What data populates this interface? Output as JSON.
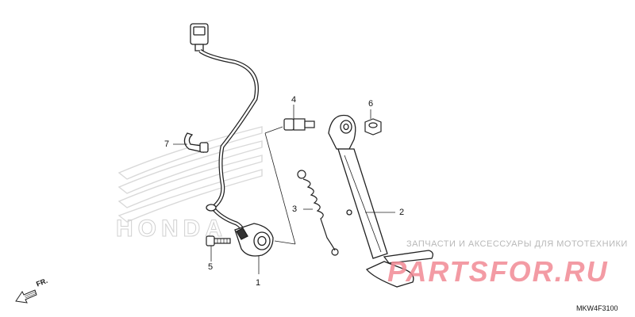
{
  "callouts": {
    "c1": "1",
    "c2": "2",
    "c3": "3",
    "c4": "4",
    "c5": "5",
    "c6": "6",
    "c7": "7"
  },
  "watermark": {
    "text": "ЗАПЧАСТИ И АКСЕССУАРЫ ДЛЯ МОТОТЕХНИКИ",
    "logo": "PARTSFOR.RU",
    "logo_color": "#f28a95"
  },
  "brand_mark": "HONDA",
  "diagram_code": "MKW4F3100",
  "direction": "FR."
}
